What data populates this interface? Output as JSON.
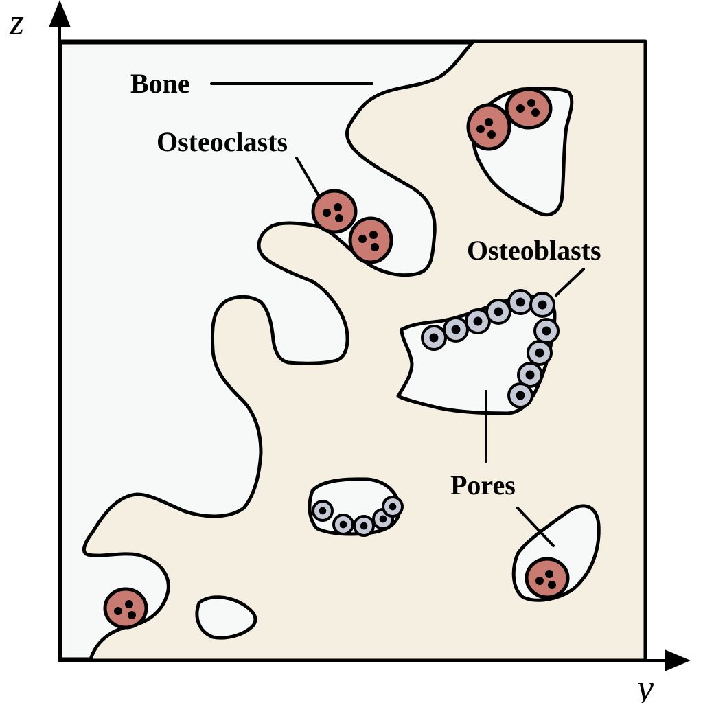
{
  "labels": {
    "bone": "Bone",
    "osteoclasts": "Osteoclasts",
    "osteoblasts": "Osteoblasts",
    "pores": "Pores"
  },
  "axes": {
    "vertical": "z",
    "horizontal": "y"
  },
  "colors": {
    "bone": "#f4efe0",
    "pore": "#f7f8f8",
    "osteoclast": "#c97b72",
    "osteoblast": "#c5cad6",
    "outline": "#000000"
  }
}
